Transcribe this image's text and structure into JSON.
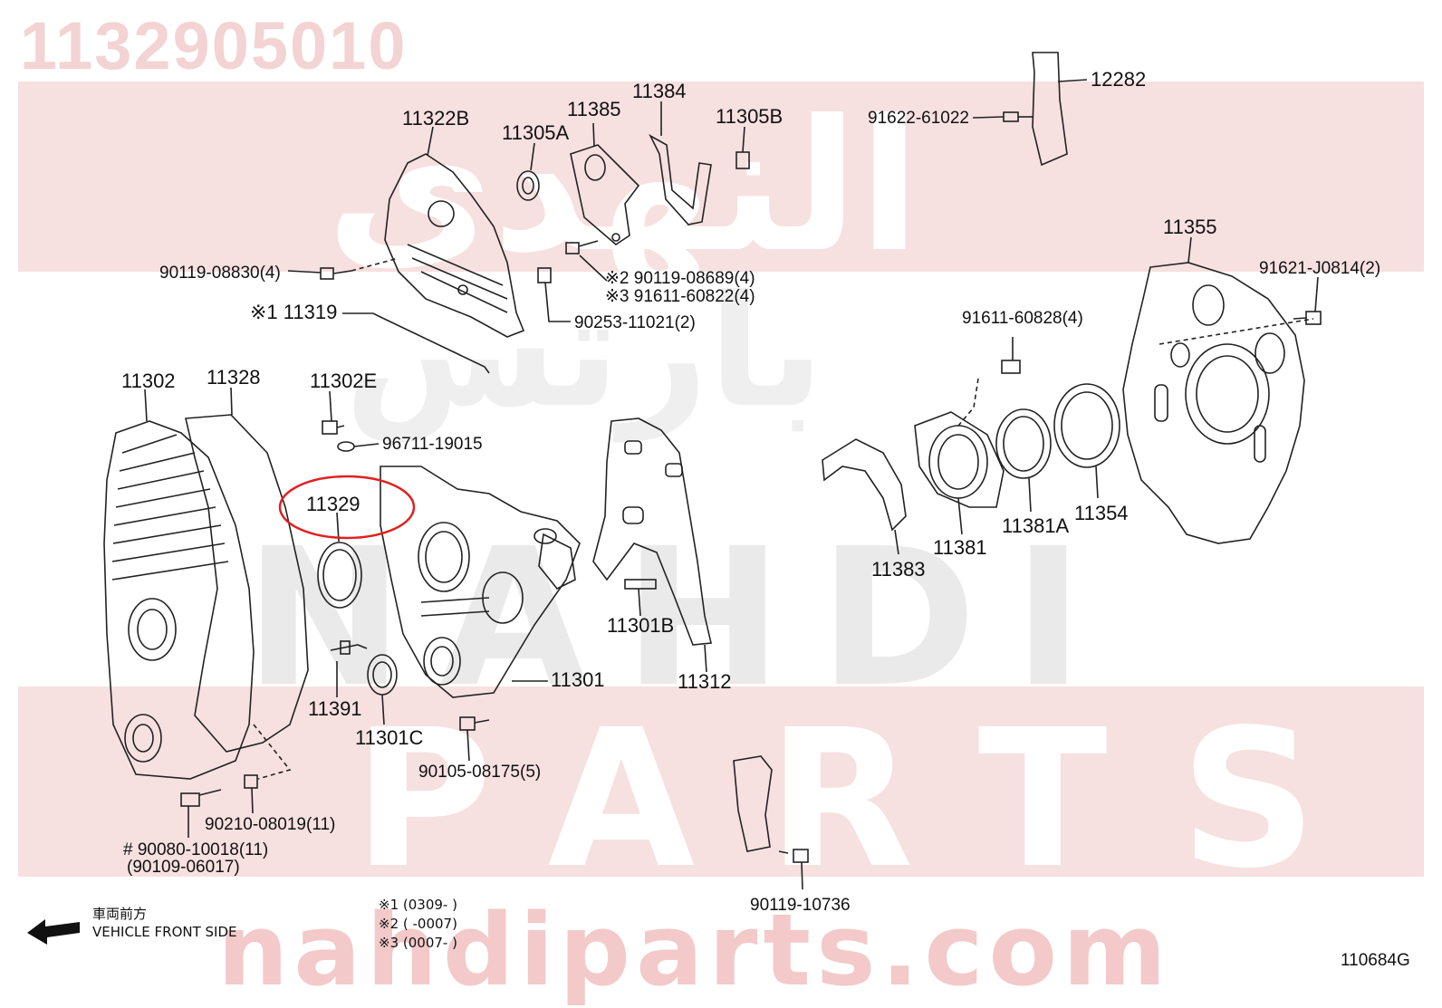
{
  "header": {
    "part_number": "1132905010"
  },
  "watermark": {
    "arabic_top": "النهدي",
    "arabic_mid": "بارتس",
    "latin_mid": "NAHDI",
    "latin_bottom": "PARTS",
    "url": "nahdiparts.com"
  },
  "colors": {
    "band": "#f7e0e0",
    "highlight_circle": "#e02020",
    "line": "#222222"
  },
  "labels": {
    "l11322B": "11322B",
    "l11305A": "11305A",
    "l11385": "11385",
    "l11384": "11384",
    "l11305B": "11305B",
    "l12282": "12282",
    "l91622": "91622-61022",
    "l90119_08830": "90119-08830(4)",
    "l90119_08689": "※2 90119-08689(4)",
    "l91611_60822": "※3 91611-60822(4)",
    "l90253": "90253-11021(2)",
    "l11319": "※1 11319",
    "l11355": "11355",
    "l91621": "91621-J0814(2)",
    "l91611_60828": "91611-60828(4)",
    "l11302": "11302",
    "l11328": "11328",
    "l11302E": "11302E",
    "l96711": "96711-19015",
    "l11329": "11329",
    "l11301B": "11301B",
    "l11312": "11312",
    "l11301": "11301",
    "l11391": "11391",
    "l11301C": "11301C",
    "l90105": "90105-08175(5)",
    "l90210": "90210-08019(11)",
    "l90080": "# 90080-10018(11)",
    "l90109": "(90109-06017)",
    "l11383": "11383",
    "l11381": "11381",
    "l11381A": "11381A",
    "l11354": "11354",
    "l90119_10736": "90119-10736"
  },
  "legend": {
    "front_jp": "車両前方",
    "front_en": "VEHICLE FRONT SIDE",
    "note1": "※1 (0309-        )",
    "note2": "※2 (          -0007)",
    "note3": "※3 (0007-        )"
  },
  "footer": {
    "diagram_code": "110684G"
  }
}
